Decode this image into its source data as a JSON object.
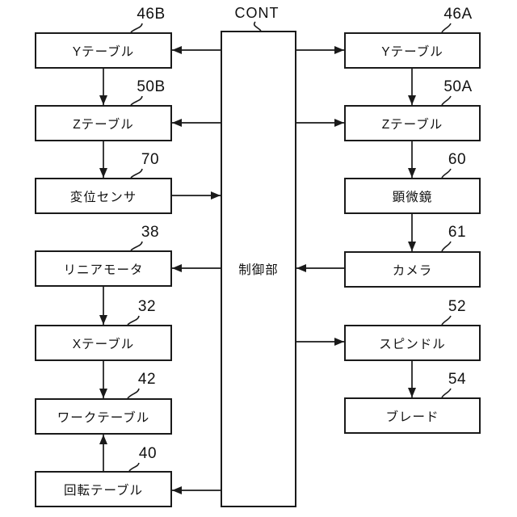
{
  "diagram": {
    "type": "block-diagram",
    "center_node": {
      "ref": "CONT",
      "label": "制御部"
    },
    "left_column": [
      {
        "ref": "46B",
        "label": "Yテーブル"
      },
      {
        "ref": "50B",
        "label": "Zテーブル"
      },
      {
        "ref": "70",
        "label": "変位センサ"
      },
      {
        "ref": "38",
        "label": "リニアモータ"
      },
      {
        "ref": "32",
        "label": "Xテーブル"
      },
      {
        "ref": "42",
        "label": "ワークテーブル"
      },
      {
        "ref": "40",
        "label": "回転テーブル"
      }
    ],
    "right_column": [
      {
        "ref": "46A",
        "label": "Yテーブル"
      },
      {
        "ref": "50A",
        "label": "Zテーブル"
      },
      {
        "ref": "60",
        "label": "顕微鏡"
      },
      {
        "ref": "61",
        "label": "カメラ"
      },
      {
        "ref": "52",
        "label": "スピンドル"
      },
      {
        "ref": "54",
        "label": "ブレード"
      }
    ],
    "connections": [
      {
        "from": "制御部(CONT)",
        "to": "Yテーブル(46B)"
      },
      {
        "from": "制御部(CONT)",
        "to": "Zテーブル(50B)"
      },
      {
        "from": "変位センサ(70)",
        "to": "制御部(CONT)"
      },
      {
        "from": "制御部(CONT)",
        "to": "リニアモータ(38)"
      },
      {
        "from": "制御部(CONT)",
        "to": "回転テーブル(40)"
      },
      {
        "from": "制御部(CONT)",
        "to": "Yテーブル(46A)"
      },
      {
        "from": "制御部(CONT)",
        "to": "Zテーブル(50A)"
      },
      {
        "from": "カメラ(61)",
        "to": "制御部(CONT)"
      },
      {
        "from": "制御部(CONT)",
        "to": "スピンドル(52)"
      },
      {
        "from": "Yテーブル(46B)",
        "to": "Zテーブル(50B)"
      },
      {
        "from": "Zテーブル(50B)",
        "to": "変位センサ(70)"
      },
      {
        "from": "リニアモータ(38)",
        "to": "Xテーブル(32)"
      },
      {
        "from": "Xテーブル(32)",
        "to": "ワークテーブル(42)"
      },
      {
        "from": "回転テーブル(40)",
        "to": "ワークテーブル(42)"
      },
      {
        "from": "Yテーブル(46A)",
        "to": "Zテーブル(50A)"
      },
      {
        "from": "Zテーブル(50A)",
        "to": "顕微鏡(60)"
      },
      {
        "from": "顕微鏡(60)",
        "to": "カメラ(61)"
      },
      {
        "from": "スピンドル(52)",
        "to": "ブレード(54)"
      }
    ],
    "colors": {
      "line": "#1a1a1a",
      "background": "#ffffff",
      "box_fill": "#ffffff"
    }
  }
}
